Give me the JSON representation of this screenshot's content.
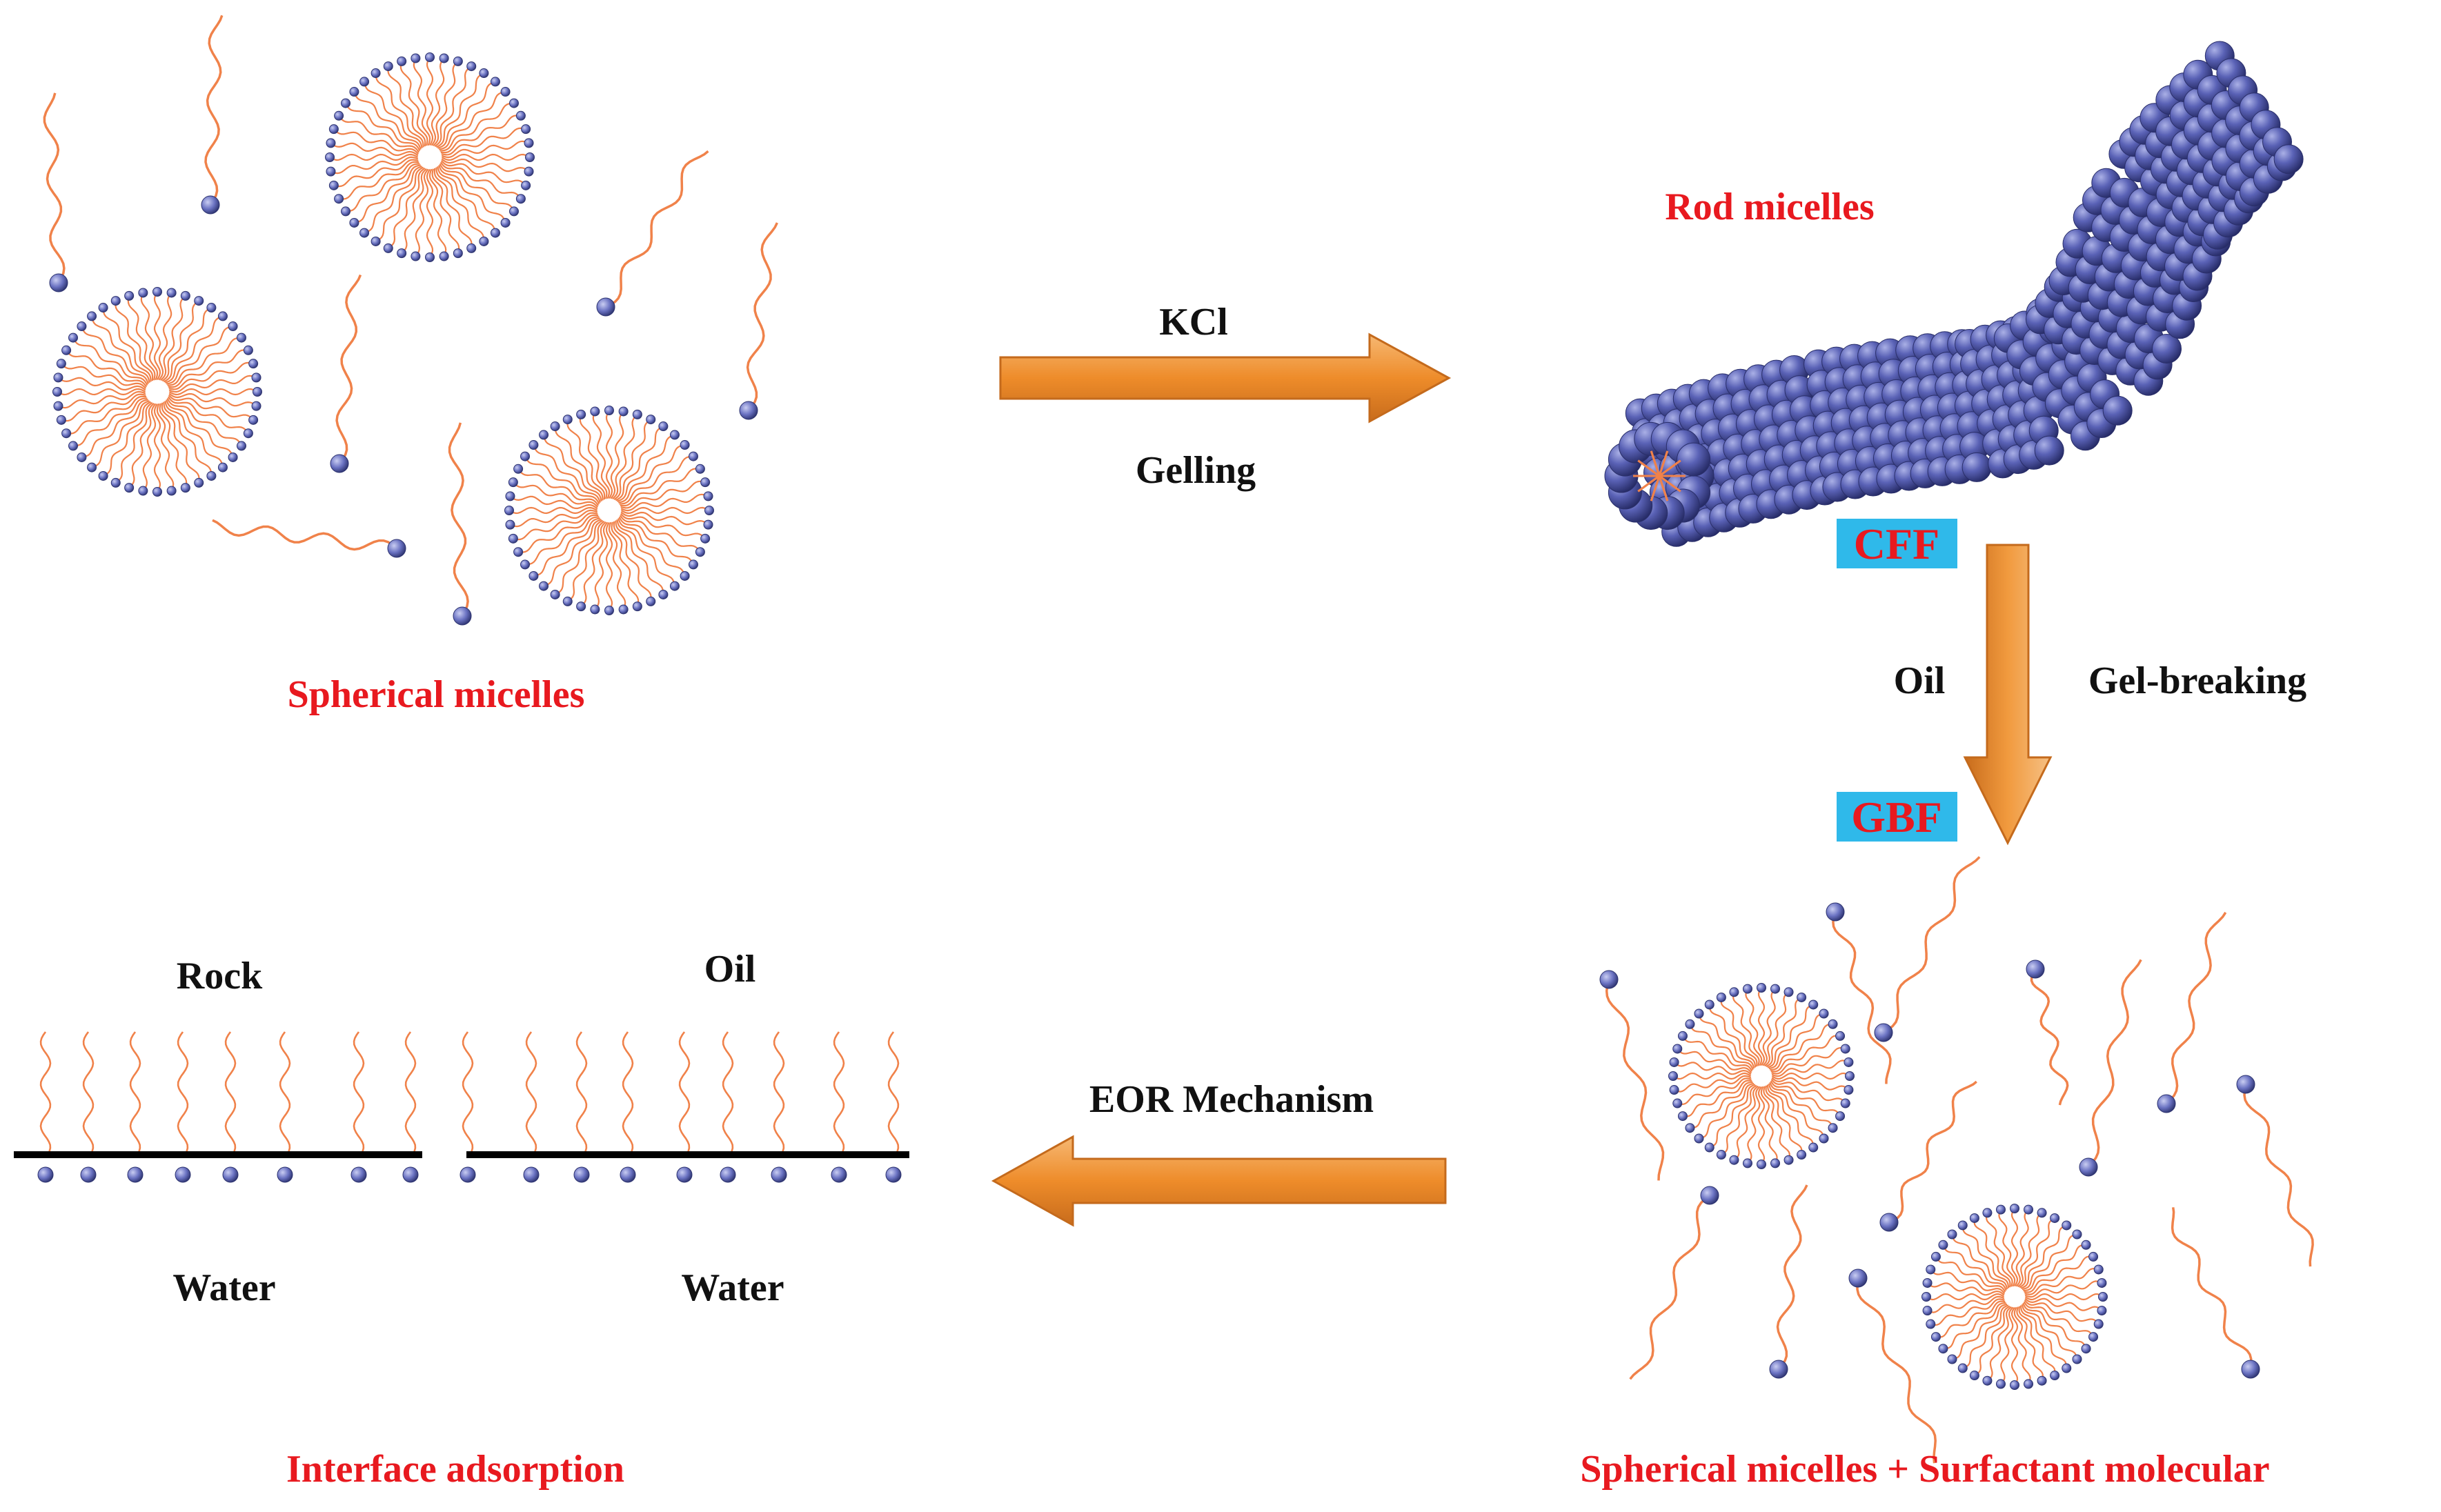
{
  "colors": {
    "red_label": "#e8191f",
    "black_label": "#111111",
    "tail": "#f0824a",
    "head": "#5a63b4",
    "head_light": "#a9b0e8",
    "rod": "#4f57ad",
    "arrow": "#f19a3e",
    "arrow_dark": "#d9741d",
    "badge": "#2fb9ea",
    "line": "#000000"
  },
  "stages": {
    "spherical": {
      "title": "Spherical micelles"
    },
    "rod": {
      "title": "Rod micelles"
    },
    "mixed": {
      "title": "Spherical micelles + Surfactant molecular"
    },
    "interface": {
      "title": "Interface adsorption",
      "left_top": "Rock",
      "left_bottom": "Water",
      "right_top": "Oil",
      "right_bottom": "Water"
    }
  },
  "transitions": {
    "gelling": {
      "top": "KCl",
      "bottom": "Gelling"
    },
    "breaking": {
      "left": "Oil",
      "right": "Gel-breaking",
      "start_badge": "CFF",
      "end_badge": "GBF"
    },
    "eor": {
      "label": "EOR Mechanism"
    }
  }
}
